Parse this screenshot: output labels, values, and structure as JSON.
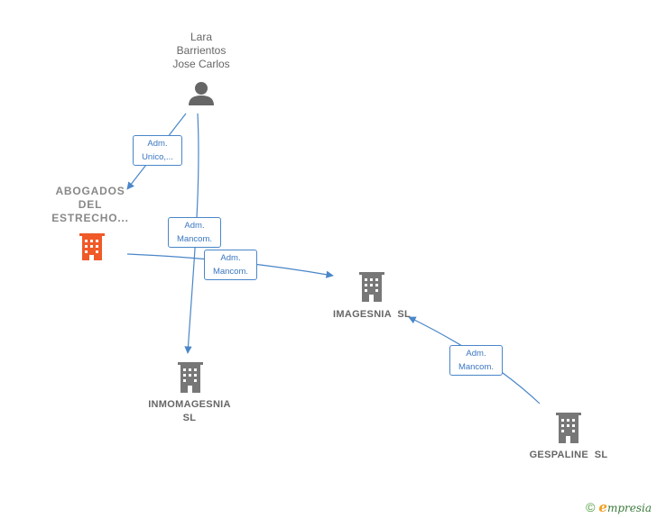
{
  "nodes": {
    "person": {
      "name_lines": [
        "Lara",
        "Barrientos",
        "Jose Carlos"
      ],
      "icon": "person-icon",
      "color": "#666666"
    },
    "abogados": {
      "name_lines": [
        "ABOGADOS",
        "DEL",
        "ESTRECHO..."
      ],
      "icon": "building-icon",
      "color": "#f05a28"
    },
    "imagesnia": {
      "name_lines": [
        "IMAGESNIA  SL"
      ],
      "icon": "building-icon",
      "color": "#777777"
    },
    "inmomagesnia": {
      "name_lines": [
        "INMOMAGESNIA",
        "SL"
      ],
      "icon": "building-icon",
      "color": "#777777"
    },
    "gespaline": {
      "name_lines": [
        "GESPALINE  SL"
      ],
      "icon": "building-icon",
      "color": "#777777"
    }
  },
  "edges": [
    {
      "from": "person",
      "to": "abogados",
      "label_lines": [
        "Adm.",
        "Unico,..."
      ]
    },
    {
      "from": "person",
      "to": "inmomagesnia",
      "label_lines": [
        "Adm.",
        "Mancom."
      ]
    },
    {
      "from": "abogados",
      "to": "imagesnia",
      "label_lines": [
        "Adm.",
        "Mancom."
      ]
    },
    {
      "from": "gespaline",
      "to": "imagesnia",
      "label_lines": [
        "Adm.",
        "Mancom."
      ]
    }
  ],
  "colors": {
    "edge": "#4a86c8",
    "edge_text": "#3a76c0",
    "main_company": "#f05a28",
    "company": "#777777"
  },
  "footer": {
    "copyright": "©",
    "brand_initial": "e",
    "brand_rest": "mpresia"
  }
}
